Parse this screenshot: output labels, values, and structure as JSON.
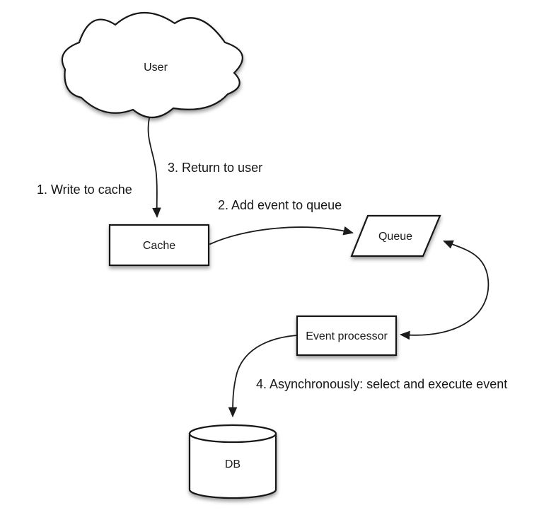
{
  "diagram": {
    "background": "#ffffff",
    "colors": {
      "line": "#1b1b1b",
      "shape_fill": "#ffffff",
      "shape_stroke": "#161616",
      "text": "#1a1a1a"
    },
    "nodes": [
      {
        "id": "user",
        "shape": "cloud",
        "label": "User"
      },
      {
        "id": "cache",
        "shape": "rectangle",
        "label": "Cache"
      },
      {
        "id": "queue",
        "shape": "parallelogram",
        "label": "Queue"
      },
      {
        "id": "event_processor",
        "shape": "rectangle",
        "label": "Event processor"
      },
      {
        "id": "db",
        "shape": "cylinder",
        "label": "DB"
      }
    ],
    "annotations": [
      {
        "id": "step1",
        "text": "1. Write to cache"
      },
      {
        "id": "step2",
        "text": "2. Add event to queue"
      },
      {
        "id": "step3",
        "text": "3. Return to user"
      },
      {
        "id": "step4",
        "text": "4. Asynchronously: select and execute event"
      }
    ],
    "edges": [
      {
        "from": "user",
        "to": "cache",
        "style": "arrow",
        "labels": [
          "1. Write to cache",
          "3. Return to user"
        ]
      },
      {
        "from": "cache",
        "to": "queue",
        "style": "arrow",
        "labels": [
          "2. Add event to queue"
        ]
      },
      {
        "from": "queue",
        "to": "event_processor",
        "style": "double-arrow",
        "labels": []
      },
      {
        "from": "event_processor",
        "to": "db",
        "style": "arrow",
        "labels": [
          "4. Asynchronously: select and execute event"
        ]
      }
    ]
  }
}
